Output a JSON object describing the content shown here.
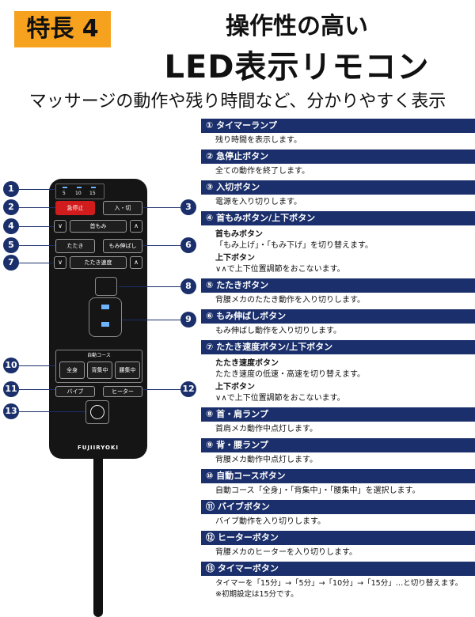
{
  "header": {
    "badge": "特長 4",
    "title_line1": "操作性の高い",
    "title_line2": "LED表示リモコン",
    "subtitle": "マッサージの動作や残り時間など、分かりやすく表示"
  },
  "remote": {
    "timer_lamp_numbers": [
      "5",
      "10",
      "15"
    ],
    "stop_label": "急停止",
    "power_label": "入・切",
    "neck_label": "首もみ",
    "tataki_label": "たたき",
    "momi_label": "もみ伸ばし",
    "speed_label": "たたき速度",
    "course_title": "自動コース",
    "course_buttons": [
      "全身",
      "背集中",
      "腰集中"
    ],
    "vibe_label": "バイブ",
    "heater_label": "ヒーター",
    "brand": "FUJIIRYOKI"
  },
  "callout_numbers": [
    "1",
    "2",
    "3",
    "4",
    "5",
    "6",
    "7",
    "8",
    "9",
    "10",
    "11",
    "12",
    "13"
  ],
  "sections": [
    {
      "heading": "① タイマーランプ",
      "body": "残り時間を表示します。"
    },
    {
      "heading": "② 急停止ボタン",
      "body": "全ての動作を終了します。"
    },
    {
      "heading": "③ 入切ボタン",
      "body": "電源を入り切りします。"
    },
    {
      "heading": "④ 首もみボタン/上下ボタン",
      "sub1_title": "首もみボタン",
      "sub1_body": "「もみ上げ」・「もみ下げ」を切り替えます。",
      "sub2_title": "上下ボタン",
      "sub2_body": "で上下位置調節をおこないます。"
    },
    {
      "heading": "⑤ たたきボタン",
      "body": "背腰メカのたたき動作を入り切りします。"
    },
    {
      "heading": "⑥ もみ伸ばしボタン",
      "body": "もみ伸ばし動作を入り切りします。"
    },
    {
      "heading": "⑦ たたき速度ボタン/上下ボタン",
      "sub1_title": "たたき速度ボタン",
      "sub1_body": "たたき速度の低速・高速を切り替えます。",
      "sub2_title": "上下ボタン",
      "sub2_body": "で上下位置調節をおこないます。"
    },
    {
      "heading": "⑧ 首・肩ランプ",
      "body": "首肩メカ動作中点灯します。"
    },
    {
      "heading": "⑨ 背・腰ランプ",
      "body": "背腰メカ動作中点灯します。"
    },
    {
      "heading": "⑩ 自動コースボタン",
      "body": "自動コース「全身」・「背集中」・「腰集中」を選択します。"
    },
    {
      "heading": "⑪ バイブボタン",
      "body": "バイブ動作を入り切りします。"
    },
    {
      "heading": "⑫ ヒーターボタン",
      "body": "背腰メカのヒーターを入り切りします。"
    },
    {
      "heading": "⑬ タイマーボタン",
      "body": "タイマーを「15分」→「5分」→「10分」→「15分」…と切り替えます。",
      "note": "※初期設定は15分です。"
    }
  ],
  "colors": {
    "accent": "#f6a21e",
    "navy": "#1a2f6b",
    "stop_red": "#d01c1c"
  }
}
